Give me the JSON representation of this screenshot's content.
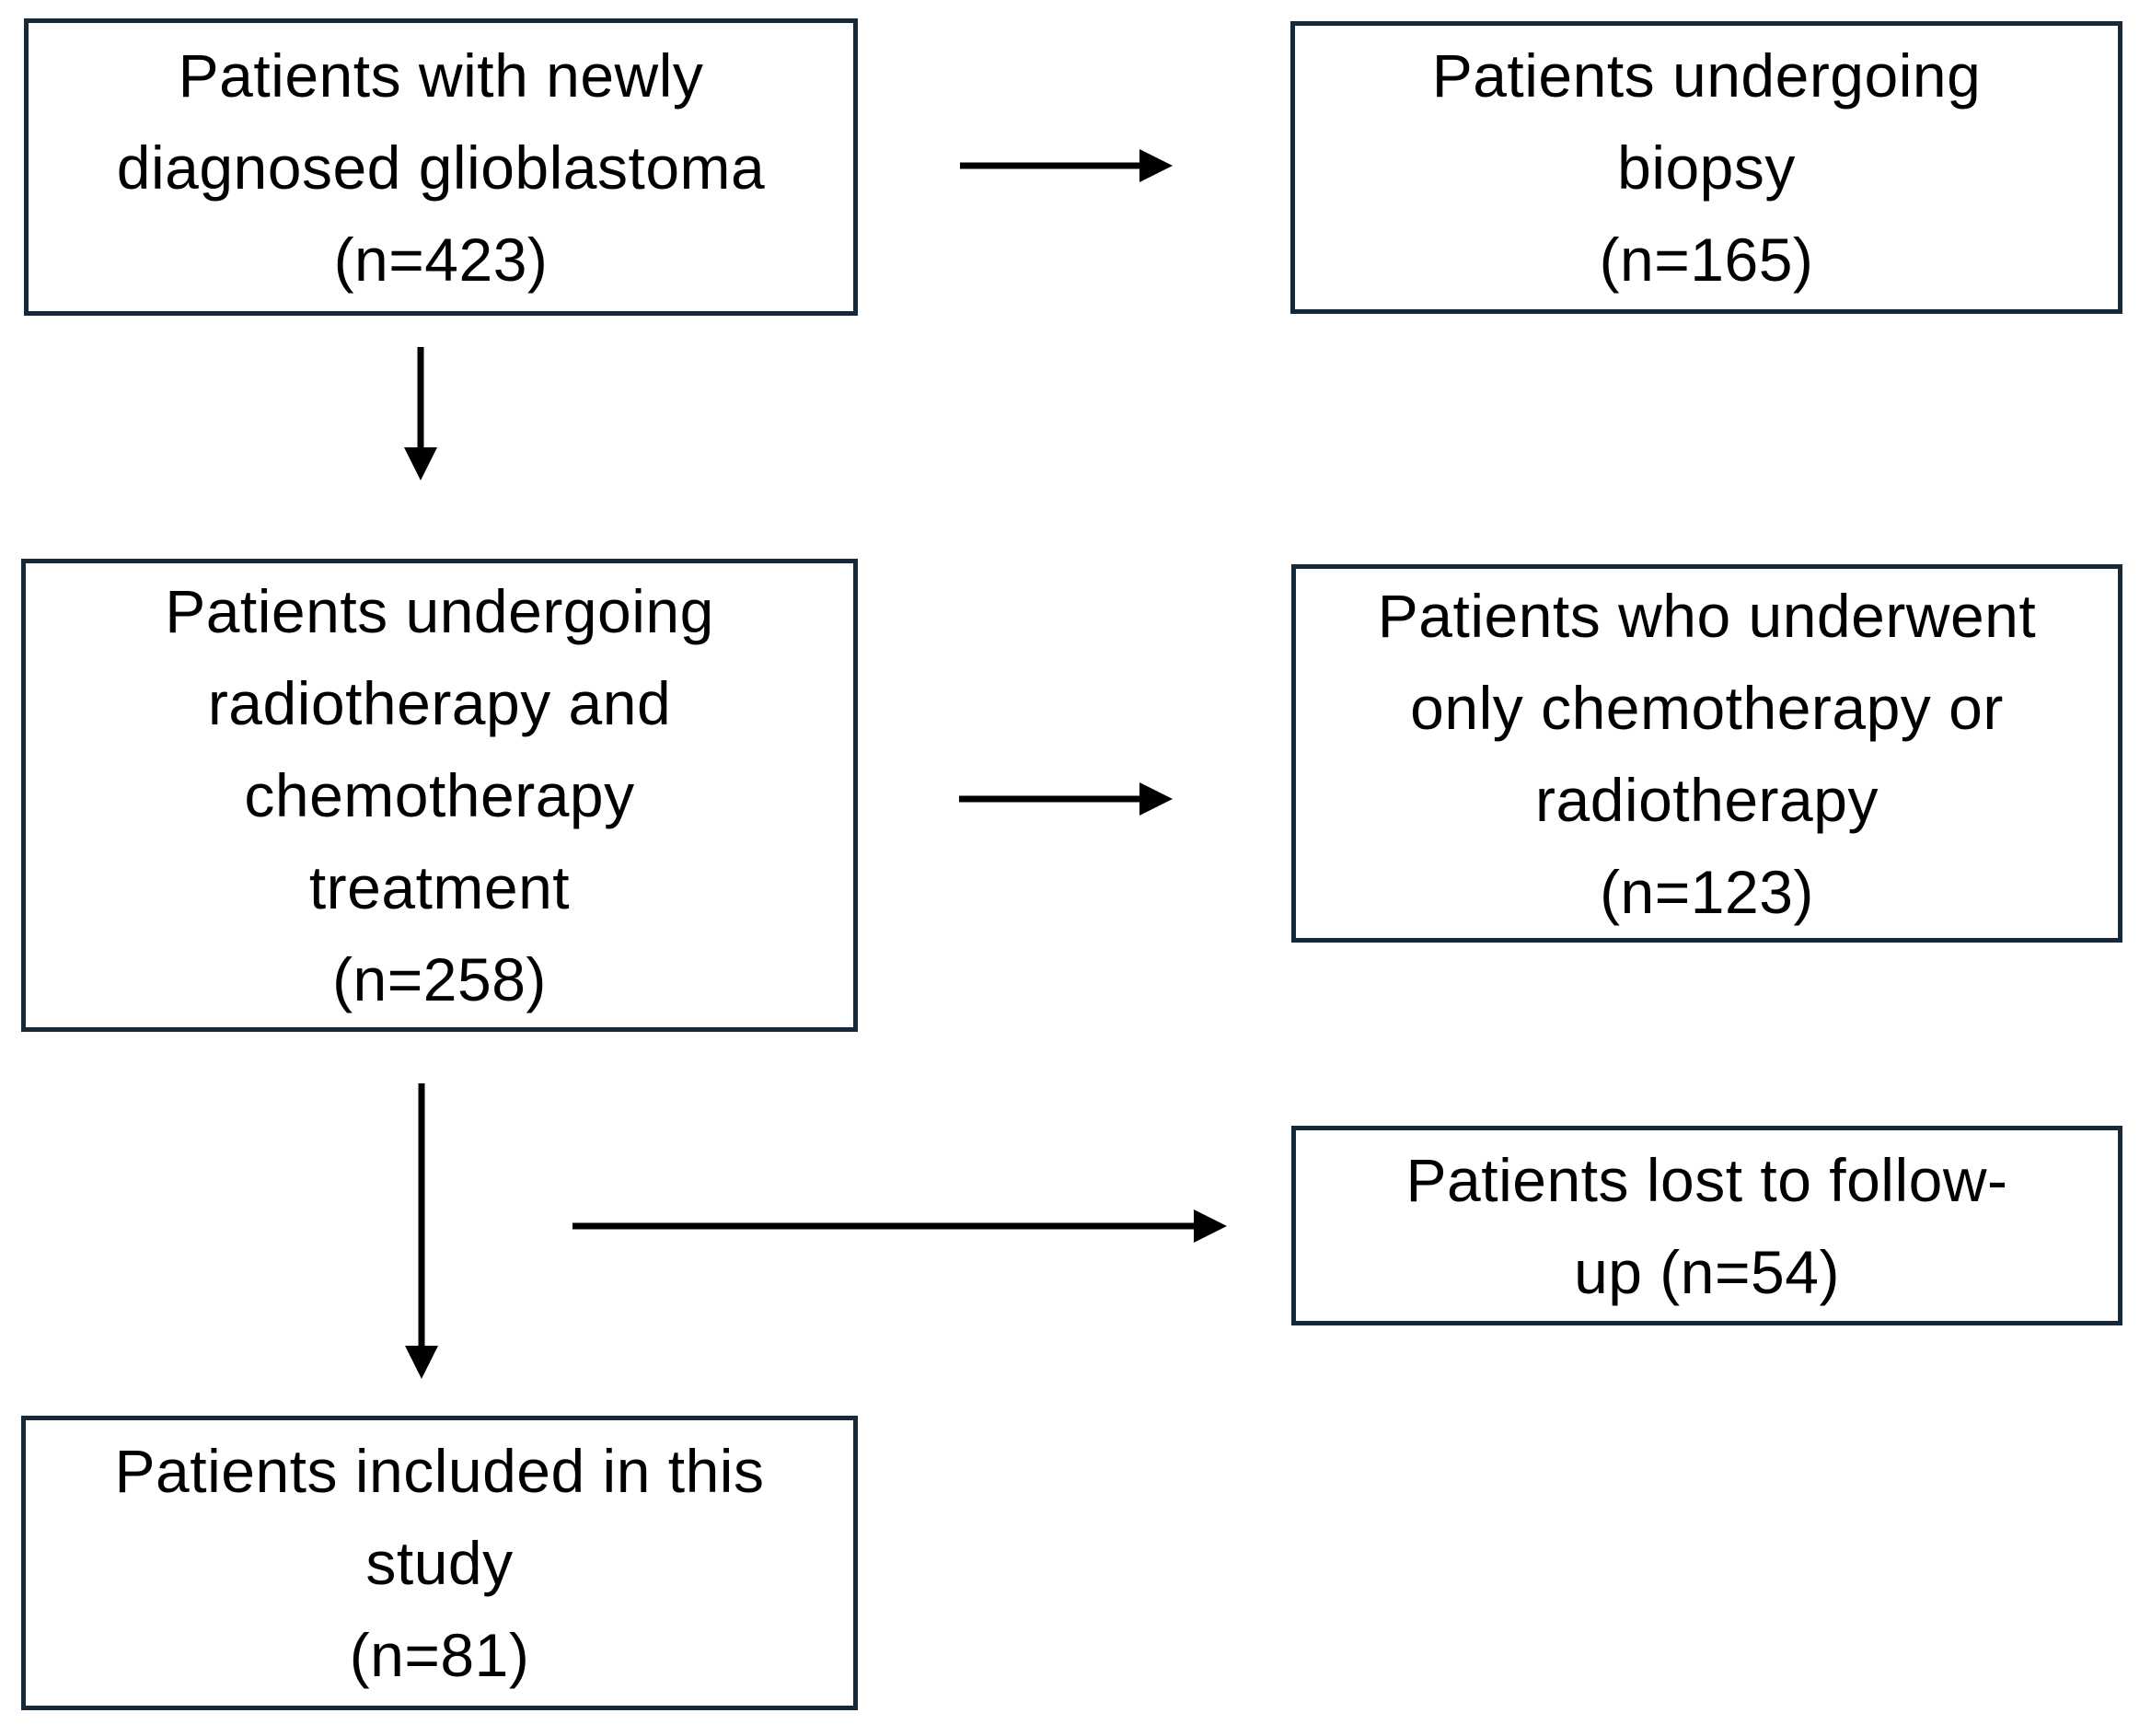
{
  "figure": {
    "type": "flowchart",
    "description_visible": false,
    "colors": {
      "box_border": "#15293a",
      "box_background": "#ffffff",
      "arrow": "#000000",
      "text": "#000000",
      "page_background": "#ffffff"
    },
    "boxes": [
      {
        "name": "newly-diagnosed",
        "label": "Patients with newly diagnosed glioblastoma",
        "n": 423,
        "lines": [
          "Patients with newly",
          "diagnosed glioblastoma",
          "(n=423)"
        ]
      },
      {
        "name": "biopsy",
        "label": "Patients undergoing biopsy",
        "n": 165,
        "lines": [
          "Patients undergoing",
          "biopsy",
          "(n=165)"
        ]
      },
      {
        "name": "radiotherapy-chemotherapy",
        "label": "Patients undergoing radiotherapy and chemotherapy treatment",
        "n": 258,
        "lines": [
          "Patients undergoing",
          "radiotherapy and",
          "chemotherapy",
          "treatment",
          "(n=258)"
        ]
      },
      {
        "name": "only-chemo-or-radio",
        "label": "Patients who underwent only chemotherapy or radiotherapy",
        "n": 123,
        "lines": [
          "Patients who underwent",
          "only chemotherapy or",
          "radiotherapy",
          "(n=123)"
        ]
      },
      {
        "name": "lost-to-followup",
        "label": "Patients lost to follow-up",
        "n": 54,
        "lines": [
          "Patients lost to follow-",
          "up (n=54)"
        ]
      },
      {
        "name": "included-in-study",
        "label": "Patients included in this study",
        "n": 81,
        "lines": [
          "Patients included in this",
          "study",
          "(n=81)"
        ]
      }
    ],
    "arrows": [
      {
        "name": "diagnosed-to-biopsy",
        "from": "newly-diagnosed",
        "to": "biopsy"
      },
      {
        "name": "diagnosed-to-treatment",
        "from": "newly-diagnosed",
        "to": "radiotherapy-chemotherapy"
      },
      {
        "name": "treatment-to-only-chemo-or-radio",
        "from": "radiotherapy-chemotherapy",
        "to": "only-chemo-or-radio"
      },
      {
        "name": "treatment-to-included",
        "from": "radiotherapy-chemotherapy",
        "to": "included-in-study"
      },
      {
        "name": "treatment-to-lost-followup",
        "from": "radiotherapy-chemotherapy",
        "to": "lost-to-followup"
      }
    ]
  }
}
